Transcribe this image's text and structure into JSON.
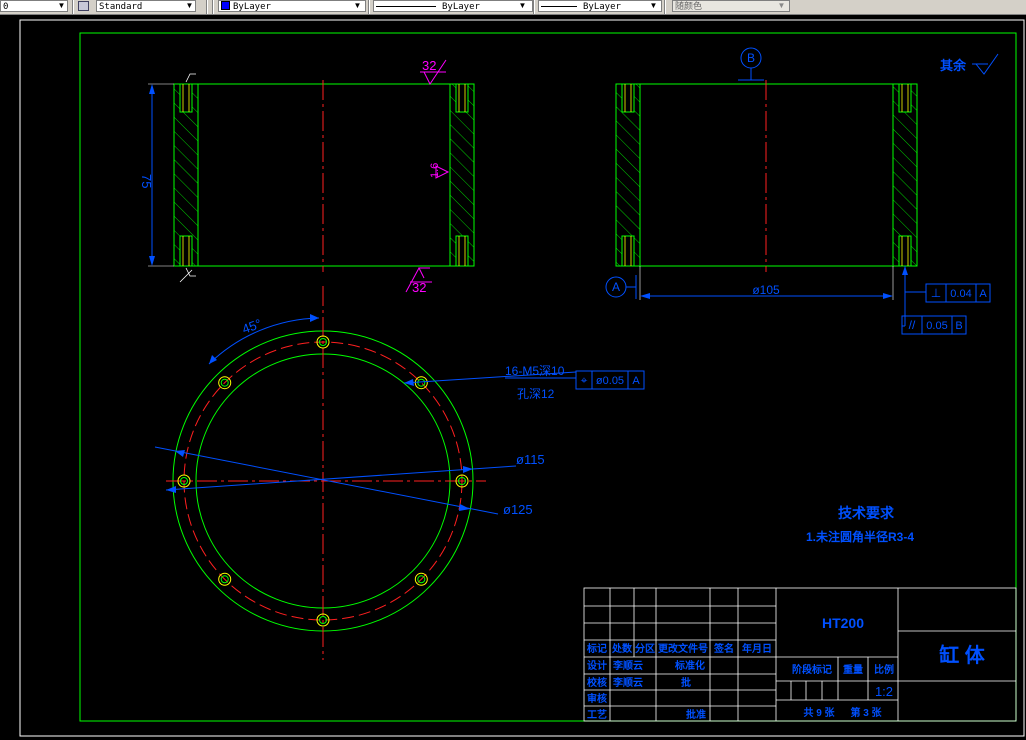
{
  "toolbar": {
    "field0": "0",
    "textstyle": "Standard",
    "color": "ByLayer",
    "linetype": "ByLayer",
    "lineweight": "ByLayer",
    "plotstyle": "随颜色"
  },
  "drawing": {
    "roughness_top": "32",
    "roughness_side": "1.6",
    "roughness_bottom": "32",
    "roughness_rest": "其余",
    "dim_height": "75",
    "datum_b": "B",
    "datum_a": "A",
    "dim_bore": "ø105",
    "tol_perp_symbol": "⊥",
    "tol_perp_value": "0.04",
    "tol_perp_datum": "A",
    "tol_par_symbol": "//",
    "tol_par_value": "0.05",
    "tol_par_datum": "B",
    "dim_angle": "45°",
    "hole_note_1": "16-M5深10",
    "hole_note_2": "孔深12",
    "tol_pos_symbol": "⌖",
    "tol_pos_value": "ø0.05",
    "tol_pos_datum": "A",
    "dim_d115": "ø115",
    "dim_d125": "ø125",
    "tech_title": "技术要求",
    "tech_item1": "1.未注圆角半径R3-4"
  },
  "title_block": {
    "material": "HT200",
    "part_name": "缸    体",
    "row_labels": [
      "标记",
      "处数",
      "分区",
      "更改文件号",
      "签名",
      "年月日"
    ],
    "design": "设计",
    "design_name": "李顺云",
    "std": "标准化",
    "check": "校核",
    "check_name": "李顺云",
    "approve_short": "批",
    "review": "审核",
    "craft": "工艺",
    "approve": "批准",
    "stage_mark": "阶段标记",
    "weight": "重量",
    "scale": "比例",
    "scale_value": "1:2",
    "sheets_total": "共 9 张",
    "sheet_no": "第 3 张"
  }
}
